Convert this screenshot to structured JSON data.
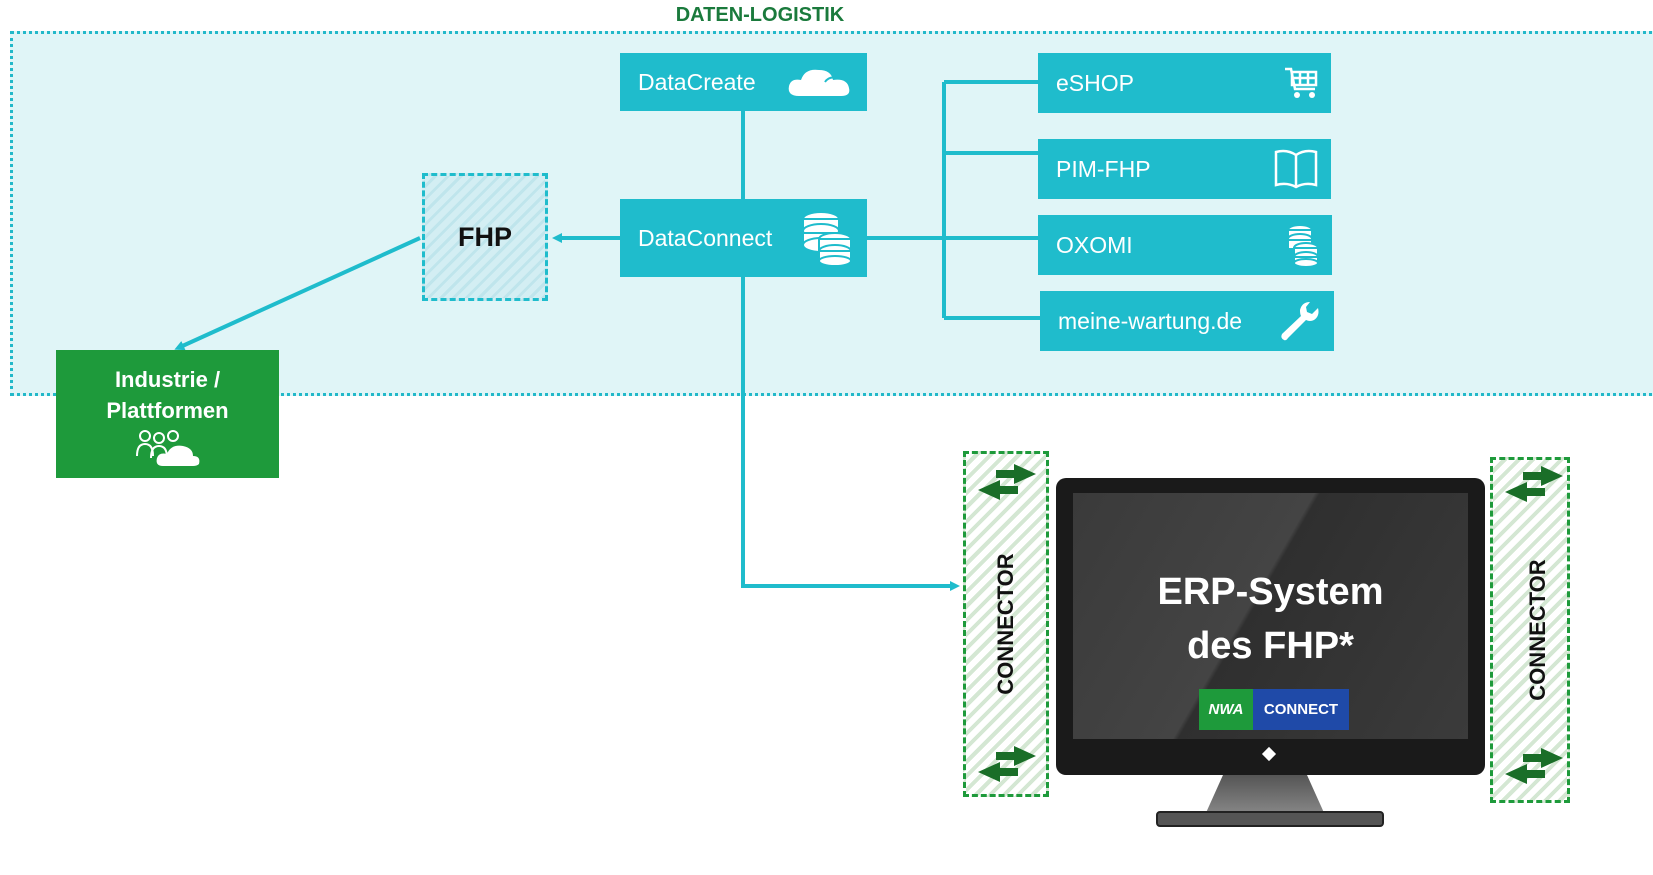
{
  "zone_title": "DATEN-LOGISTIK",
  "nodes": {
    "datacreate": "DataCreate",
    "dataconnect": "DataConnect",
    "fhp": "FHP",
    "eshop": "eSHOP",
    "pim": "PIM-FHP",
    "oxomi": "OXOMI",
    "wartung": "meine-wartung.de",
    "industry_line1": "Industrie /",
    "industry_line2": "Plattformen"
  },
  "erp": {
    "line1": "ERP-System",
    "line2": "des FHP*",
    "logo_left": "NWA",
    "logo_right": "CONNECT"
  },
  "connector_label": "CONNECTOR",
  "colors": {
    "accent": "#1fbccc",
    "green": "#1e9a3b",
    "zone_bg": "#e0f5f7"
  },
  "icons": [
    "cloud-icon",
    "database-icon",
    "cart-icon",
    "book-icon",
    "wrench-icon",
    "people-cloud-icon",
    "swap-arrows-icon"
  ]
}
